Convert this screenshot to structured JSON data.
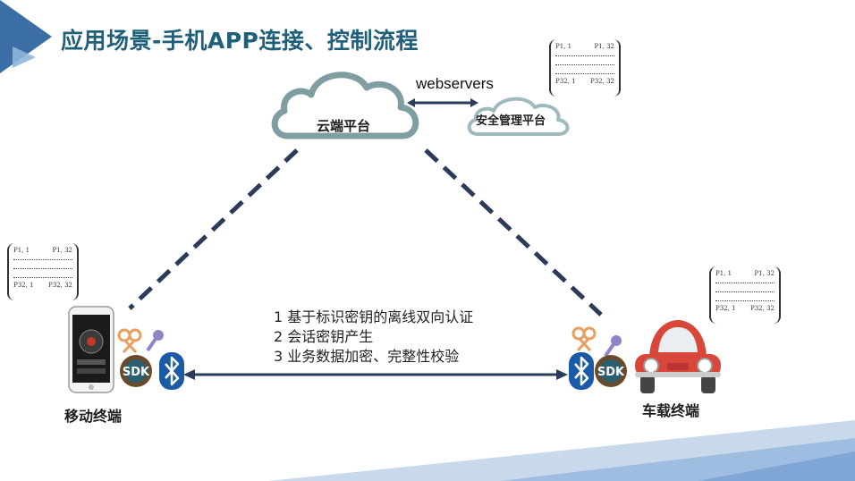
{
  "title": "应用场景-手机APP连接、控制流程",
  "cloud_main": "云端平台",
  "cloud_security": "安全管理平台",
  "webserver": "webservers",
  "steps": [
    "1 基于标识密钥的离线双向认证",
    "2 会话密钥产生",
    "3 业务数据加密、完整性校验"
  ],
  "mobile_label": "移动终端",
  "vehicle_label": "车载终端",
  "sdk_label": "SDK",
  "keycard": {
    "top_left": "P1, 1",
    "top_right": "P1, 32",
    "bottom_left": "P32, 1",
    "bottom_right": "P32, 32"
  },
  "colors": {
    "title": "#1f5f7a",
    "accent_dark": "#2f5a8a",
    "cloud_stroke": "#7f9ea1",
    "dash": "#2c3a5c",
    "car": "#d9463a",
    "bluetooth": "#1b5aa6"
  }
}
